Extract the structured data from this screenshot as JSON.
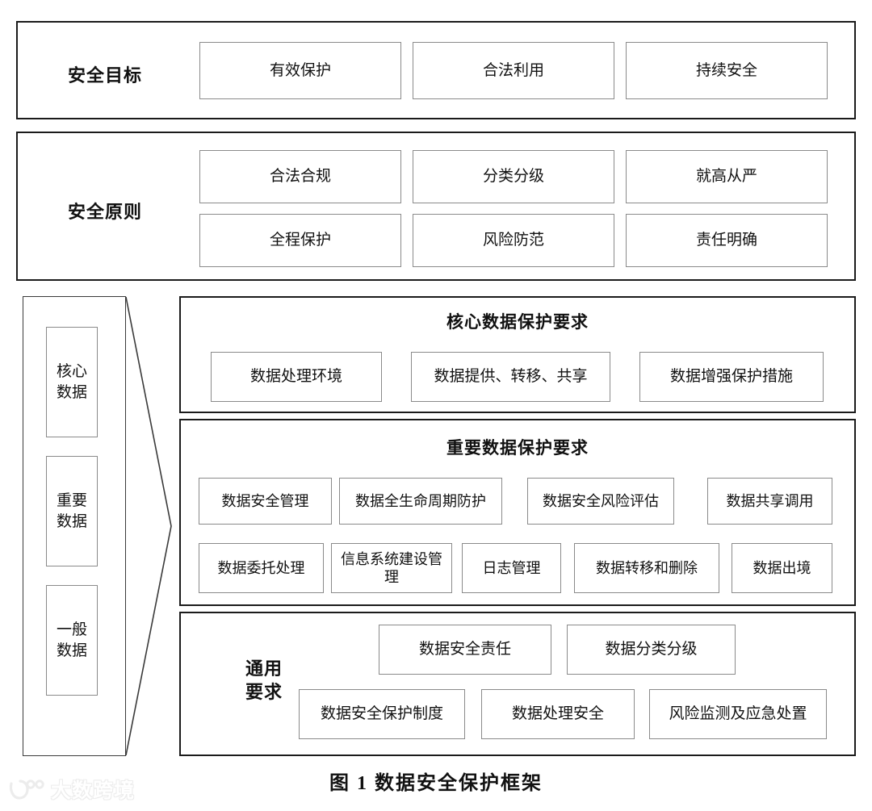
{
  "figure": {
    "caption": "图 1  数据安全保护框架"
  },
  "watermark": {
    "brand": "大数跨境",
    "logo_icon": "logo-icon",
    "color": "#dedede"
  },
  "colors": {
    "outer_border": "#1b1b1b",
    "inner_border": "#8a8a8a",
    "text": "#111111",
    "background": "#ffffff"
  },
  "bands": [
    {
      "label": "安全目标",
      "items": [
        "有效保护",
        "合法利用",
        "持续安全"
      ]
    },
    {
      "label": "安全原则",
      "items_row1": [
        "合法合规",
        "分类分级",
        "就高从严"
      ],
      "items_row2": [
        "全程保护",
        "风险防范",
        "责任明确"
      ]
    }
  ],
  "classification": {
    "levels": [
      {
        "line1": "核心",
        "line2": "数据"
      },
      {
        "line1": "重要",
        "line2": "数据"
      },
      {
        "line1": "一般",
        "line2": "数据"
      }
    ]
  },
  "sections": [
    {
      "title": "核心数据保护要求",
      "rows": [
        [
          "数据处理环境",
          "数据提供、转移、共享",
          "数据增强保护措施"
        ]
      ]
    },
    {
      "title": "重要数据保护要求",
      "rows": [
        [
          "数据安全管理",
          "数据全生命周期防护",
          "数据安全风险评估",
          "数据共享调用"
        ],
        [
          "数据委托处理",
          "信息系统建设管理",
          "日志管理",
          "数据转移和删除",
          "数据出境"
        ]
      ]
    },
    {
      "title_inline_line1": "通用",
      "title_inline_line2": "要求",
      "rows": [
        [
          "数据安全责任",
          "数据分类分级"
        ],
        [
          "数据安全保护制度",
          "数据处理安全",
          "风险监测及应急处置"
        ]
      ]
    }
  ]
}
